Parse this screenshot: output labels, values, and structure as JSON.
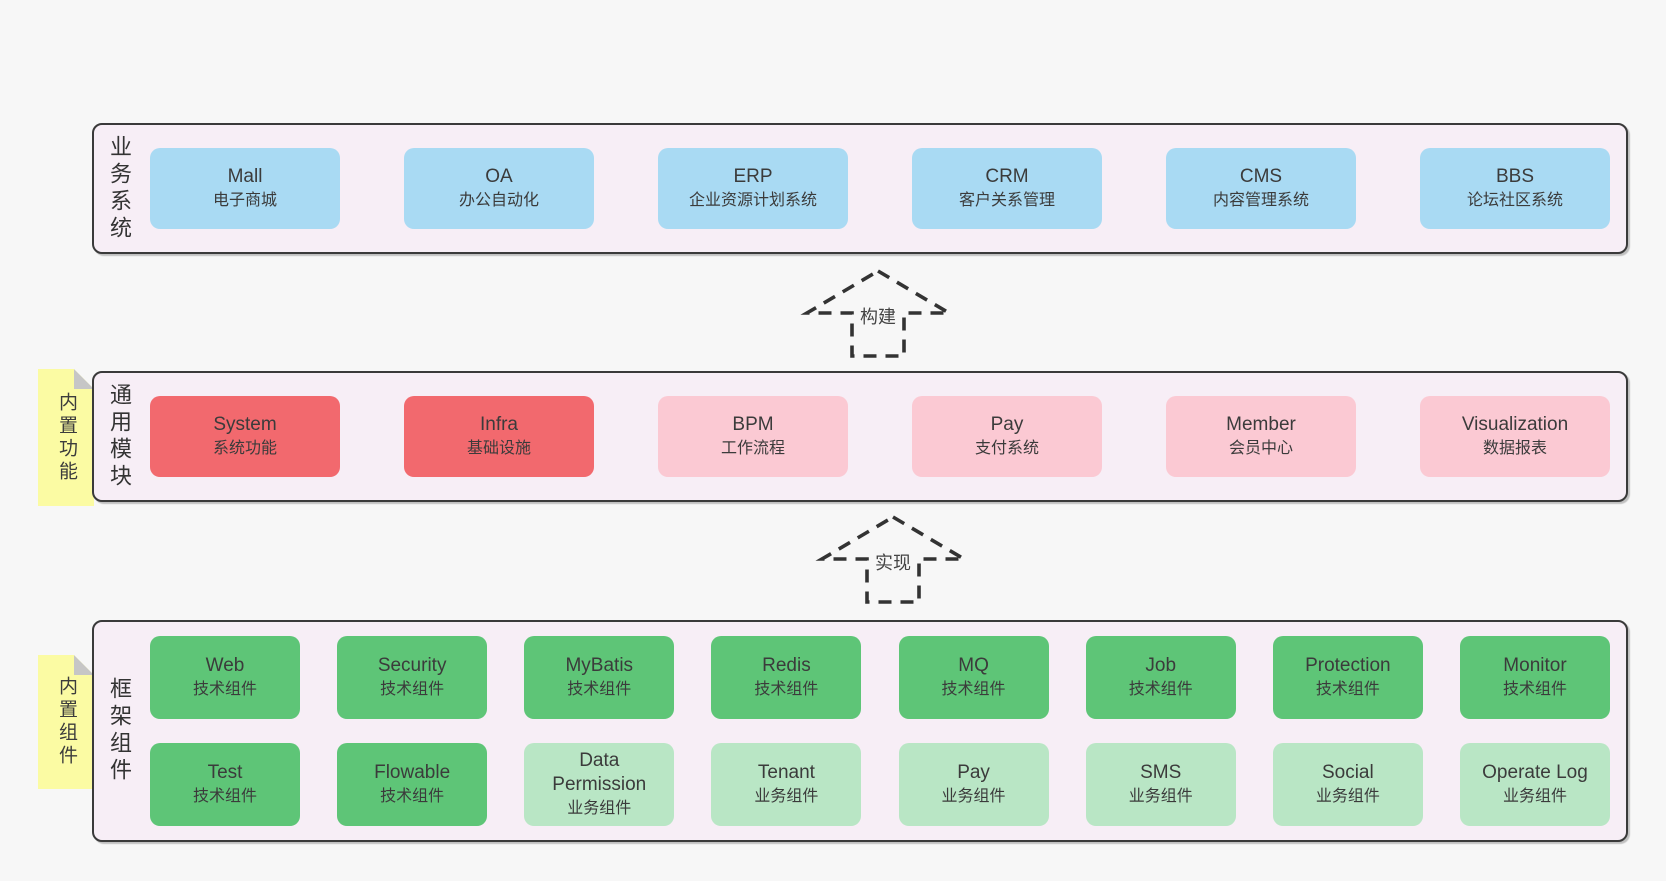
{
  "colors": {
    "blue": "#a9daf3",
    "red": "#f2696e",
    "pink": "#fbc9d3",
    "green": "#5ec577",
    "light_green": "#b9e6c5",
    "sticky_yellow": "#fbfba3",
    "panel_bg": "#f7eef6",
    "page_bg": "#f7f7f7",
    "border": "#3a3a3a"
  },
  "arrows": [
    {
      "label": "构建"
    },
    {
      "label": "实现"
    }
  ],
  "stickies": [
    {
      "label": "内置功能"
    },
    {
      "label": "内置组件"
    }
  ],
  "layers": [
    {
      "label": "业务系统",
      "boxes": [
        {
          "name": "Mall",
          "desc": "电子商城"
        },
        {
          "name": "OA",
          "desc": "办公自动化"
        },
        {
          "name": "ERP",
          "desc": "企业资源计划系统"
        },
        {
          "name": "CRM",
          "desc": "客户关系管理"
        },
        {
          "name": "CMS",
          "desc": "内容管理系统"
        },
        {
          "name": "BBS",
          "desc": "论坛社区系统"
        }
      ]
    },
    {
      "label": "通用模块",
      "boxes": [
        {
          "name": "System",
          "desc": "系统功能"
        },
        {
          "name": "Infra",
          "desc": "基础设施"
        },
        {
          "name": "BPM",
          "desc": "工作流程"
        },
        {
          "name": "Pay",
          "desc": "支付系统"
        },
        {
          "name": "Member",
          "desc": "会员中心"
        },
        {
          "name": "Visualization",
          "desc": "数据报表"
        }
      ]
    },
    {
      "label": "框架组件",
      "rows": [
        [
          {
            "name": "Web",
            "desc": "技术组件"
          },
          {
            "name": "Security",
            "desc": "技术组件"
          },
          {
            "name": "MyBatis",
            "desc": "技术组件"
          },
          {
            "name": "Redis",
            "desc": "技术组件"
          },
          {
            "name": "MQ",
            "desc": "技术组件"
          },
          {
            "name": "Job",
            "desc": "技术组件"
          },
          {
            "name": "Protection",
            "desc": "技术组件"
          },
          {
            "name": "Monitor",
            "desc": "技术组件"
          }
        ],
        [
          {
            "name": "Test",
            "desc": "技术组件"
          },
          {
            "name": "Flowable",
            "desc": "技术组件"
          },
          {
            "name": "Data Permission",
            "desc": "业务组件"
          },
          {
            "name": "Tenant",
            "desc": "业务组件"
          },
          {
            "name": "Pay",
            "desc": "业务组件"
          },
          {
            "name": "SMS",
            "desc": "业务组件"
          },
          {
            "name": "Social",
            "desc": "业务组件"
          },
          {
            "name": "Operate Log",
            "desc": "业务组件"
          }
        ]
      ]
    }
  ]
}
